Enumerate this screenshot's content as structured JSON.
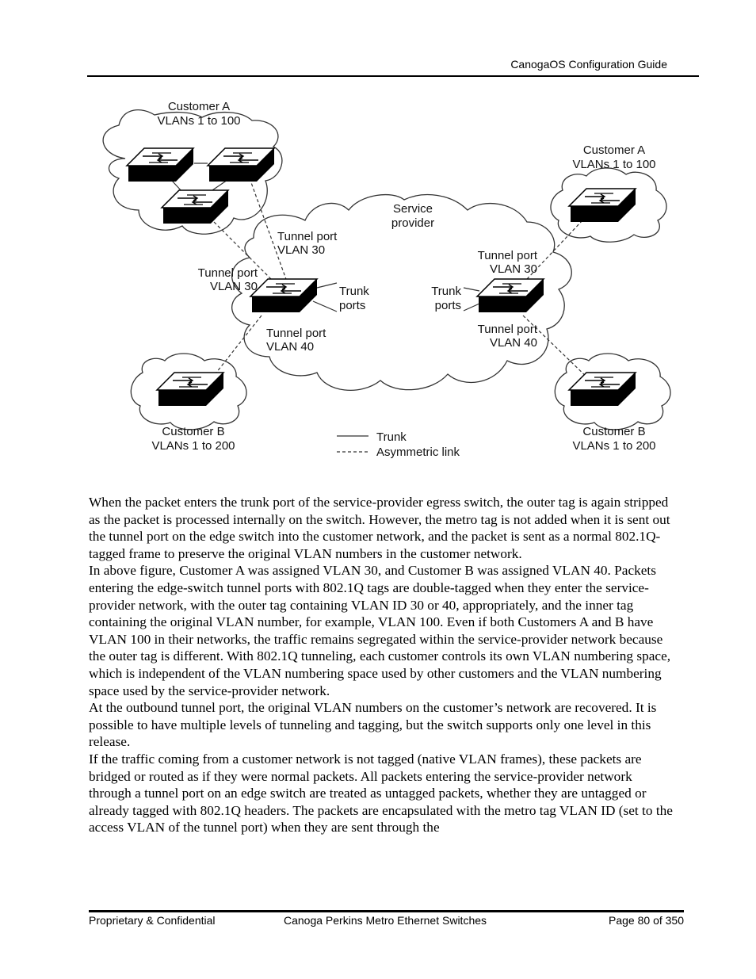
{
  "header": {
    "title": "CanogaOS Configuration Guide"
  },
  "figure": {
    "labels": {
      "customer_a_top_left": [
        "Customer A",
        "VLANs 1 to 100"
      ],
      "customer_a_right": [
        "Customer A",
        "VLANs 1 to 100"
      ],
      "customer_b_left": [
        "Customer B",
        "VLANs 1 to 200"
      ],
      "customer_b_right": [
        "Customer B",
        "VLANs 1 to 200"
      ],
      "service_provider": [
        "Service",
        "provider"
      ],
      "tunnel_port_30_upper_left": [
        "Tunnel port",
        "VLAN 30"
      ],
      "tunnel_port_30_left": [
        "Tunnel port",
        "VLAN 30"
      ],
      "tunnel_port_40_left": [
        "Tunnel port",
        "VLAN 40"
      ],
      "tunnel_port_30_right": [
        "Tunnel port",
        "VLAN 30"
      ],
      "tunnel_port_40_right": [
        "Tunnel port",
        "VLAN 40"
      ],
      "trunk_ports_left": [
        "Trunk",
        "ports"
      ],
      "trunk_ports_right": [
        "Trunk",
        "ports"
      ]
    },
    "legend": {
      "trunk": "Trunk",
      "asymmetric": "Asymmetric link"
    }
  },
  "body": {
    "paragraphs": [
      "When the packet enters the trunk port of the service-provider egress switch, the outer tag is again stripped as the packet is processed internally on the switch. However, the metro tag is not added when it is sent out the tunnel port on the edge switch into the customer network, and the packet is sent as a normal 802.1Q-tagged frame to preserve the original VLAN numbers in the customer network.",
      "In above figure, Customer A was assigned VLAN 30, and Customer B was assigned VLAN 40. Packets",
      "entering the edge-switch tunnel ports with 802.1Q tags are double-tagged when they enter the service-provider network, with the outer tag containing VLAN ID 30 or 40, appropriately, and the inner tag containing the original VLAN number, for example, VLAN 100. Even if both Customers A and B have VLAN 100 in their networks, the traffic remains segregated within the service-provider network because the outer tag is different. With 802.1Q tunneling, each customer controls its own VLAN numbering space, which is independent of the VLAN numbering space used by other customers and the VLAN numbering space used by the service-provider network.",
      "At the outbound tunnel port, the original VLAN numbers on the customer’s network are recovered. It is possible to have multiple levels of tunneling and tagging, but the switch supports only one level in this release.",
      "If the traffic coming from a customer network is not tagged (native VLAN frames), these packets are bridged or routed as if they were normal packets. All packets entering the service-provider network through a tunnel port on an edge switch are treated as untagged packets, whether they are untagged or already tagged with 802.1Q headers. The packets are encapsulated with the metro tag VLAN ID (set to the access VLAN of the tunnel port) when they are sent through the"
    ]
  },
  "footer": {
    "left": "Proprietary & Confidential",
    "center": "Canoga Perkins Metro Ethernet Switches",
    "right": "Page 80 of 350"
  }
}
